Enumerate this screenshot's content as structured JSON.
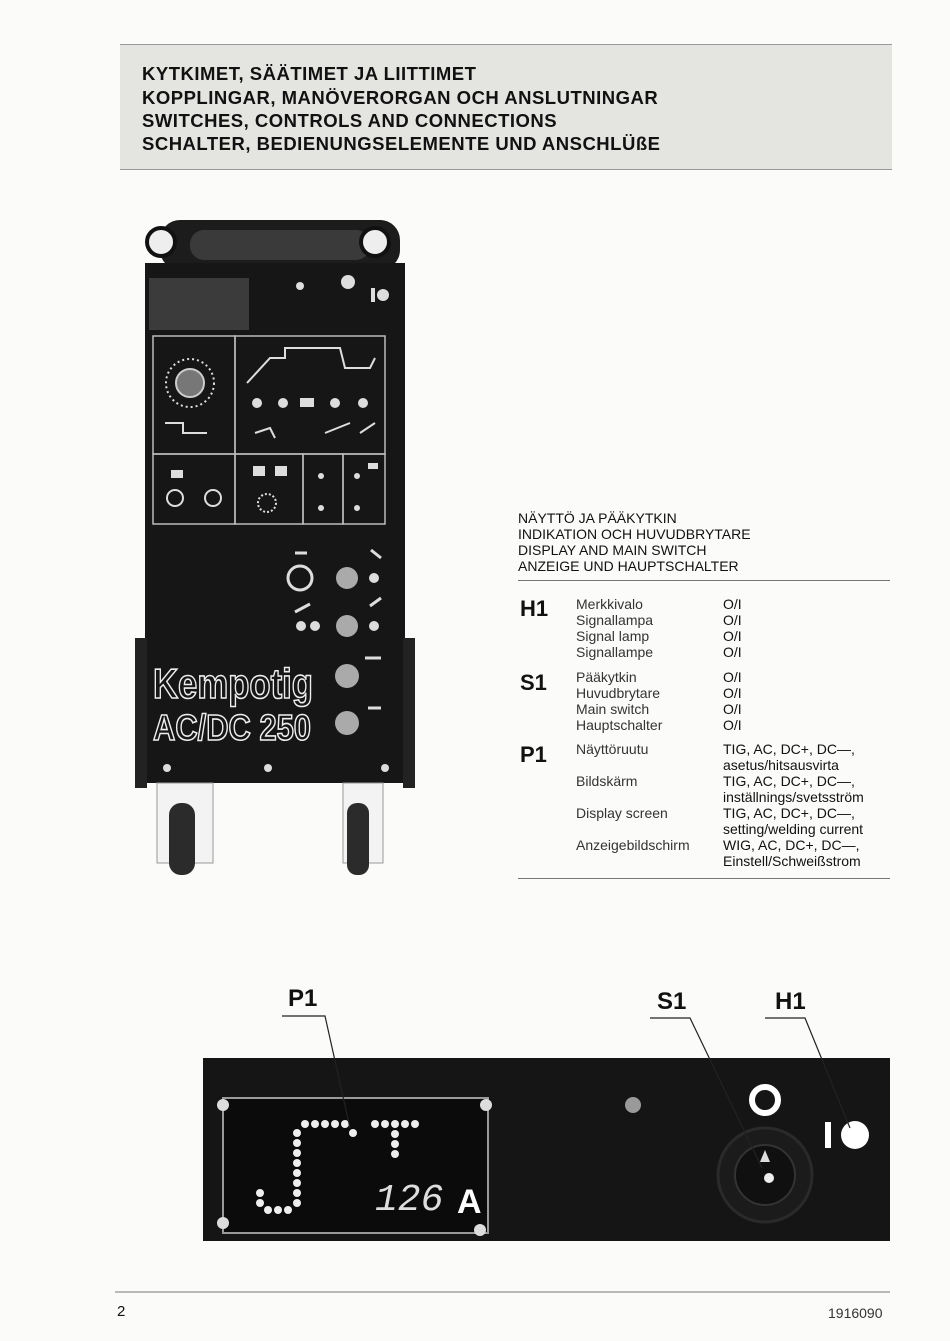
{
  "header": {
    "line1": "KYTKIMET, SÄÄTIMET JA LIITTIMET",
    "line2": "KOPPLINGAR, MANÖVERORGAN OCH ANSLUTNINGAR",
    "line3": "SWITCHES, CONTROLS AND CONNECTIONS",
    "line4": "SCHALTER, BEDIENUNGSELEMENTE UND ANSCHLÜßE"
  },
  "machine": {
    "brand": "Kempotig",
    "model": "AC/DC 250"
  },
  "display_section": {
    "headings": [
      "NÄYTTÖ JA PÄÄKYTKIN",
      "INDIKATION OCH HUVUDBRYTARE",
      "DISPLAY AND MAIN SWITCH",
      "ANZEIGE UND HAUPTSCHALTER"
    ],
    "items": [
      {
        "code": "H1",
        "rows": [
          {
            "label": "Merkkivalo",
            "value": "O/I"
          },
          {
            "label": "Signallampa",
            "value": "O/I"
          },
          {
            "label": "Signal lamp",
            "value": "O/I"
          },
          {
            "label": "Signallampe",
            "value": "O/I"
          }
        ]
      },
      {
        "code": "S1",
        "rows": [
          {
            "label": "Pääkytkin",
            "value": "O/I"
          },
          {
            "label": "Huvudbrytare",
            "value": "O/I"
          },
          {
            "label": "Main switch",
            "value": "O/I"
          },
          {
            "label": "Hauptschalter",
            "value": "O/I"
          }
        ]
      },
      {
        "code": "P1",
        "rows": [
          {
            "label": "Näyttöruutu",
            "value": "TIG, AC, DC+, DC—,",
            "value2": "asetus/hitsausvirta"
          },
          {
            "label": "Bildskärm",
            "value": "TIG, AC, DC+, DC—,",
            "value2": "inställnings/svetsström"
          },
          {
            "label": "Display screen",
            "value": "TIG, AC, DC+, DC—,",
            "value2": "setting/welding current"
          },
          {
            "label": "Anzeigebildschirm",
            "value": "WIG, AC, DC+, DC—,",
            "value2": "Einstell/Schweißstrom"
          }
        ]
      }
    ]
  },
  "bottom_panel": {
    "callout_p1": "P1",
    "callout_s1": "S1",
    "callout_h1": "H1",
    "display_value": "126",
    "display_unit": "A"
  },
  "footer": {
    "page_number": "2",
    "doc_code": "1916090"
  }
}
